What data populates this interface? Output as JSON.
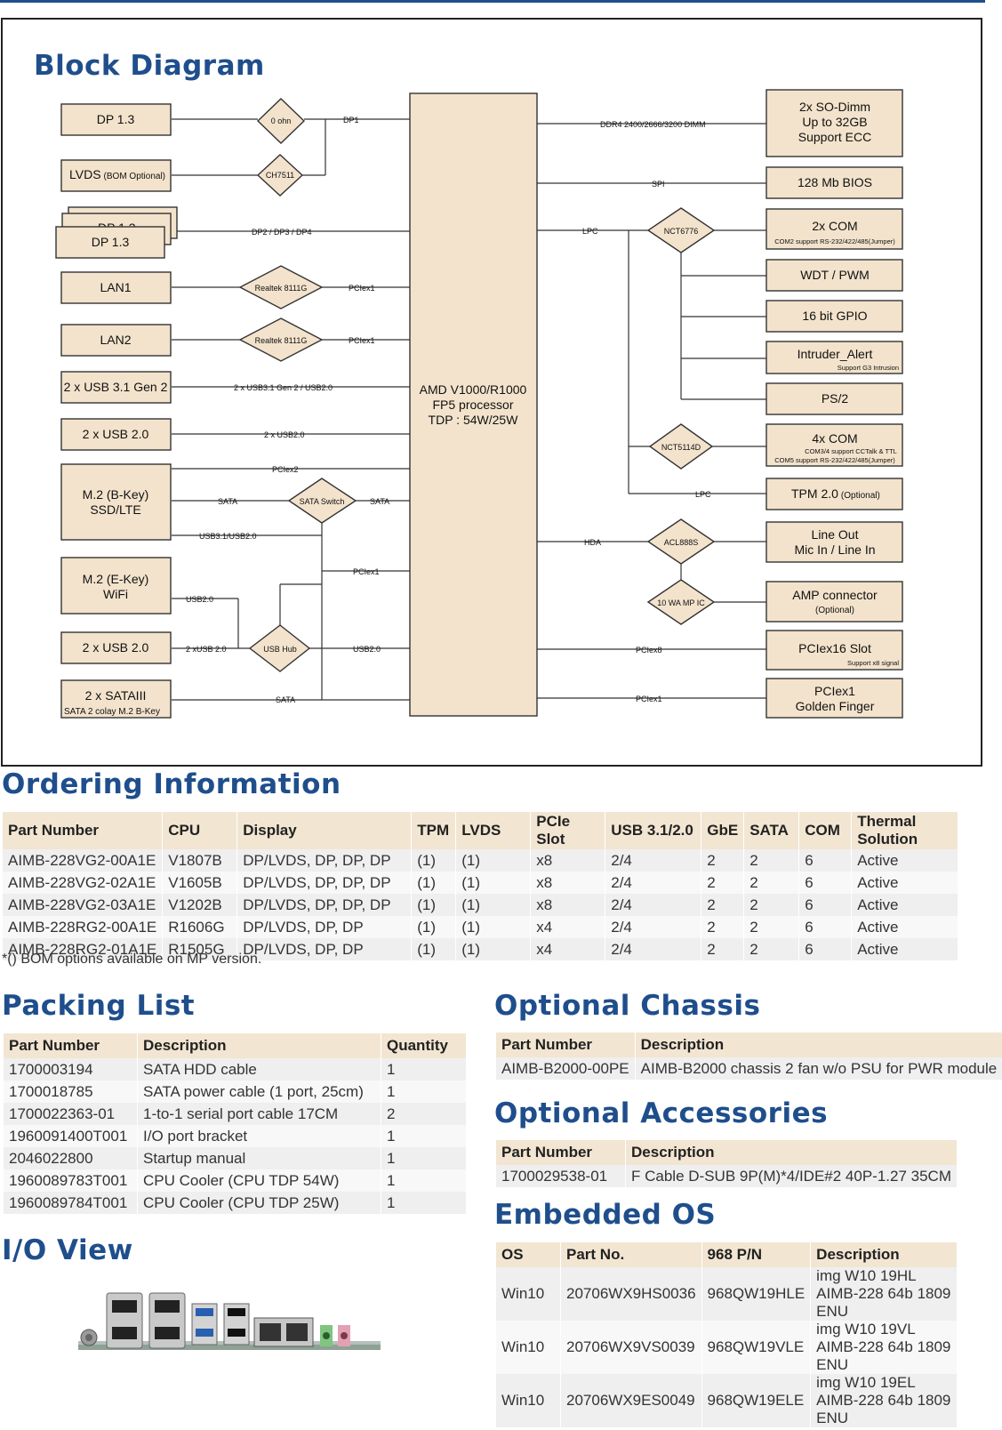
{
  "block_diagram": {
    "title": "Block Diagram",
    "cpu": {
      "line1": "AMD V1000/R1000",
      "line2": "FP5 processor",
      "line3": "TDP : 54W/25W"
    },
    "left_boxes": {
      "dp13_a": "DP 1.3",
      "lvds": "LVDS",
      "lvds_note": "(BOM Optional)",
      "dp13_b": "DP 1.3",
      "dp13_back": "DP 1.3",
      "lan1": "LAN1",
      "lan2": "LAN2",
      "usb31": "2 x USB 3.1 Gen 2",
      "usb20_a": "2 x USB 2.0",
      "m2b_1": "M.2 (B-Key)",
      "m2b_2": "SSD/LTE",
      "m2e_1": "M.2 (E-Key)",
      "m2e_2": "WiFi",
      "usb20_b": "2 x USB 2.0",
      "sata_1": "2 x SATAIII",
      "sata_2": "SATA 2 colay M.2 B-Key"
    },
    "left_diamonds": {
      "ohm": "0 ohn",
      "ch7511": "CH7511",
      "rtk1": "Realtek 8111G",
      "rtk2": "Realtek 8111G",
      "sata_switch": "SATA Switch",
      "usb_hub": "USB Hub"
    },
    "left_labels": {
      "dp1": "DP1",
      "dp234": "DP2 / DP3 / DP4",
      "pciex1_a": "PCIex1",
      "pciex1_b": "PCIex1",
      "usb31": "2 x USB3.1 Gen 2 / USB2.0",
      "usb20": "2 x USB2.0",
      "pciex2": "PCIex2",
      "sata_a": "SATA",
      "sata_b": "SATA",
      "usb31_usb20": "USB3.1/USB2.0",
      "pciex1_c": "PCIex1",
      "usb20_e": "USB2.0",
      "x_usb20": "2 xUSB 2.0",
      "usb20_hub": "USB2.0",
      "sata_c": "SATA"
    },
    "right_boxes": {
      "sodimm_1": "2x SO-Dimm",
      "sodimm_2": "Up to 32GB",
      "sodimm_3": "Support ECC",
      "bios": "128 Mb BIOS",
      "com2": "2x COM",
      "com2_note": "COM2 support RS-232/422/485(Jumper)",
      "wdt": "WDT / PWM",
      "gpio": "16 bit GPIO",
      "intruder": "Intruder_Alert",
      "intruder_note": "Support G3 Intrusion",
      "ps2": "PS/2",
      "com4": "4x COM",
      "com4_note1": "COM3/4 support CCTalk & TTL",
      "com4_note2": "COM5 support RS-232/422/485(Jumper)",
      "tpm": "TPM 2.0",
      "tpm_note": "(Optional)",
      "audio_1": "Line Out",
      "audio_2": "Mic In / Line In",
      "amp_1": "AMP connector",
      "amp_2": "(Optional)",
      "pcie16": "PCIex16 Slot",
      "pcie16_note": "Support x8 signal",
      "golden_1": "PCIex1",
      "golden_2": "Golden Finger"
    },
    "right_diamonds": {
      "nct6776": "NCT6776",
      "nct5114d": "NCT5114D",
      "alc": "ACL888S",
      "amp": "10 WA MP IC"
    },
    "right_labels": {
      "ddr4": "DDR4 2400/2666/3200 DIMM",
      "spi": "SPI",
      "lpc_a": "LPC",
      "lpc_b": "LPC",
      "hda": "HDA",
      "pciex8": "PCIex8",
      "pciex1": "PCIex1"
    }
  },
  "ordering": {
    "title": "Ordering Information",
    "headers": [
      "Part Number",
      "CPU",
      "Display",
      "TPM",
      "LVDS",
      "PCIe Slot",
      "USB 3.1/2.0",
      "GbE",
      "SATA",
      "COM",
      "Thermal Solution"
    ],
    "rows": [
      [
        "AIMB-228VG2-00A1E",
        "V1807B",
        "DP/LVDS, DP, DP, DP",
        "(1)",
        "(1)",
        "x8",
        "2/4",
        "2",
        "2",
        "6",
        "Active"
      ],
      [
        "AIMB-228VG2-02A1E",
        "V1605B",
        "DP/LVDS, DP, DP, DP",
        "(1)",
        "(1)",
        "x8",
        "2/4",
        "2",
        "2",
        "6",
        "Active"
      ],
      [
        "AIMB-228VG2-03A1E",
        "V1202B",
        "DP/LVDS, DP, DP, DP",
        "(1)",
        "(1)",
        "x8",
        "2/4",
        "2",
        "2",
        "6",
        "Active"
      ],
      [
        "AIMB-228RG2-00A1E",
        "R1606G",
        "DP/LVDS, DP, DP",
        "(1)",
        "(1)",
        "x4",
        "2/4",
        "2",
        "2",
        "6",
        "Active"
      ],
      [
        "AIMB-228RG2-01A1E",
        "R1505G",
        "DP/LVDS, DP, DP",
        "(1)",
        "(1)",
        "x4",
        "2/4",
        "2",
        "2",
        "6",
        "Active"
      ]
    ],
    "note": "*() BOM options available on MP version."
  },
  "packing": {
    "title": "Packing List",
    "headers": [
      "Part Number",
      "Description",
      "Quantity"
    ],
    "rows": [
      [
        "1700003194",
        "SATA HDD cable",
        "1"
      ],
      [
        "1700018785",
        "SATA power cable (1 port, 25cm)",
        "1"
      ],
      [
        "1700022363-01",
        "1-to-1 serial port cable 17CM",
        "2"
      ],
      [
        "1960091400T001",
        "I/O port bracket",
        "1"
      ],
      [
        "2046022800",
        "Startup manual",
        "1"
      ],
      [
        "1960089783T001",
        "CPU Cooler (CPU TDP 54W)",
        "1"
      ],
      [
        "1960089784T001",
        "CPU Cooler (CPU TDP 25W)",
        "1"
      ]
    ]
  },
  "chassis": {
    "title": "Optional Chassis",
    "headers": [
      "Part Number",
      "Description"
    ],
    "rows": [
      [
        "AIMB-B2000-00PE",
        "AIMB-B2000 chassis 2 fan w/o PSU for PWR module"
      ]
    ]
  },
  "accessories": {
    "title": "Optional Accessories",
    "headers": [
      "Part Number",
      "Description"
    ],
    "rows": [
      [
        "1700029538-01",
        "F Cable D-SUB 9P(M)*4/IDE#2 40P-1.27 35CM"
      ]
    ]
  },
  "embedded_os": {
    "title": "Embedded OS",
    "headers": [
      "OS",
      "Part No.",
      "968 P/N",
      "Description"
    ],
    "rows": [
      [
        "Win10",
        "20706WX9HS0036",
        "968QW19HLE",
        "img W10 19HL AIMB-228 64b 1809 ENU"
      ],
      [
        "Win10",
        "20706WX9VS0039",
        "968QW19VLE",
        "img W10 19VL AIMB-228 64b 1809 ENU"
      ],
      [
        "Win10",
        "20706WX9ES0049",
        "968QW19ELE",
        "img W10 19EL AIMB-228 64b 1809 ENU"
      ]
    ]
  },
  "io_view": {
    "title": "I/O View"
  }
}
